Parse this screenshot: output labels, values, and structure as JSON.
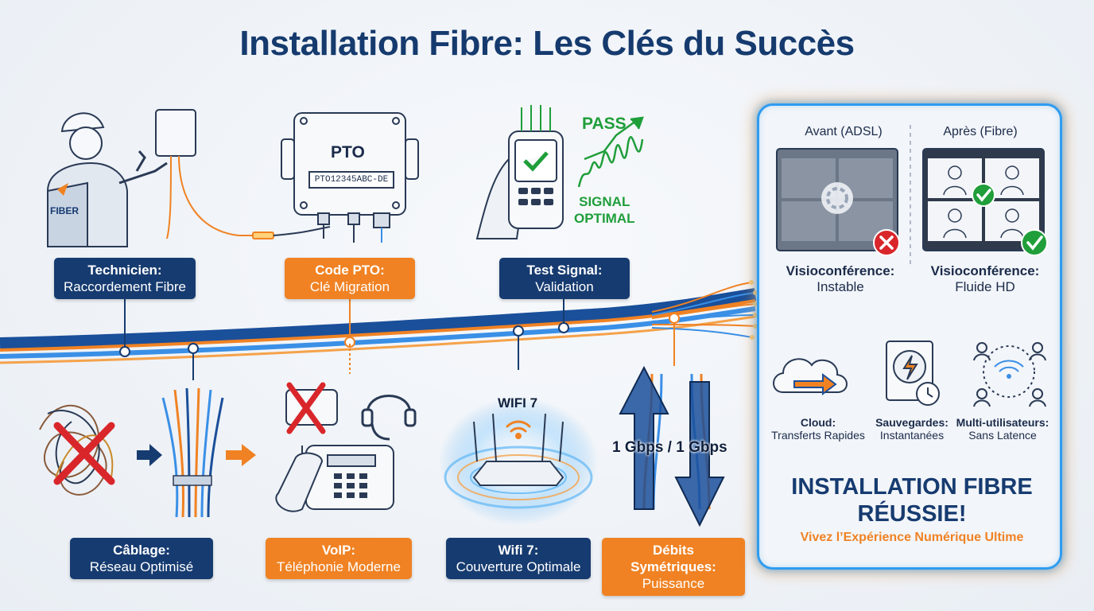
{
  "title": "Installation Fibre: Les Clés du Succès",
  "colors": {
    "navy": "#163b70",
    "orange": "#f08223",
    "green": "#1f9e3a",
    "red": "#d9262b",
    "blue": "#2f9cf0"
  },
  "technician": {
    "badge": "FIBER",
    "label_title": "Technicien:",
    "label_sub": "Raccordement Fibre"
  },
  "pto": {
    "device_title": "PTO",
    "device_code": "PTO12345ABC-DE",
    "label_title": "Code PTO:",
    "label_sub": "Clé Migration"
  },
  "signal_test": {
    "pass": "PASS",
    "signal_line1": "SIGNAL",
    "signal_line2": "OPTIMAL",
    "label_title": "Test Signal:",
    "label_sub": "Validation"
  },
  "cabling": {
    "label_title": "Câblage:",
    "label_sub": "Réseau Optimisé"
  },
  "voip": {
    "label_title": "VoIP:",
    "label_sub": "Téléphonie Moderne"
  },
  "wifi": {
    "router_text": "WIFI 7",
    "label_title": "Wifi 7:",
    "label_sub": "Couverture Optimale"
  },
  "speed": {
    "text": "1 Gbps / 1 Gbps",
    "label_title": "Débits Symétriques:",
    "label_sub": "Puissance"
  },
  "panel": {
    "before_head": "Avant (ADSL)",
    "after_head": "Après (Fibre)",
    "before_cap_title": "Visioconférence:",
    "before_cap_sub": "Instable",
    "after_cap_title": "Visioconférence:",
    "after_cap_sub": "Fluide HD",
    "features": [
      {
        "title": "Cloud:",
        "sub": "Transferts Rapides",
        "icon": "cloud-transfer-icon"
      },
      {
        "title": "Sauvegardes:",
        "sub": "Instantanées",
        "icon": "backup-drive-icon"
      },
      {
        "title": "Multi-utilisateurs:",
        "sub": "Sans Latence",
        "icon": "multi-user-wifi-icon"
      }
    ],
    "success_line1": "INSTALLATION FIBRE",
    "success_line2": "RÉUSSIE!",
    "tagline": "Vivez l’Expérience Numérique Ultime"
  }
}
